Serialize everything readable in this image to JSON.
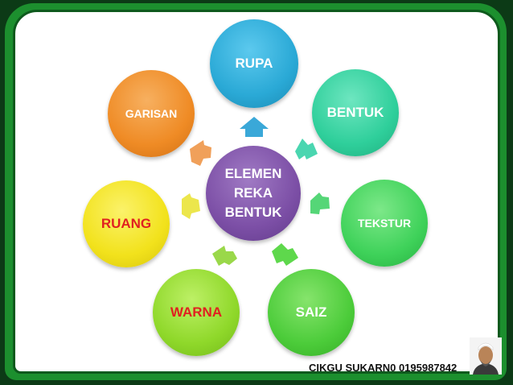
{
  "center": {
    "line1": "ELEMEN",
    "line2": "REKA",
    "line3": "BENTUK"
  },
  "nodes": {
    "rupa": "RUPA",
    "bentuk": "BENTUK",
    "tekstur": "TEKSTUR",
    "saiz": "SAIZ",
    "warna": "WARNA",
    "ruang": "RUANG",
    "garisan": "GARISAN"
  },
  "footer": {
    "credit": "CIKGU SUKARN0 0195987842"
  },
  "colors": {
    "center": "#7c4fa6",
    "rupa": "#2aa9d6",
    "bentuk": "#2fcf9b",
    "tekstur": "#3fd25a",
    "saiz": "#4ccc3a",
    "warna": "#8fd82a",
    "ruang": "#f2e21c",
    "garisan": "#ef8b25",
    "red_text": "#e02020"
  }
}
